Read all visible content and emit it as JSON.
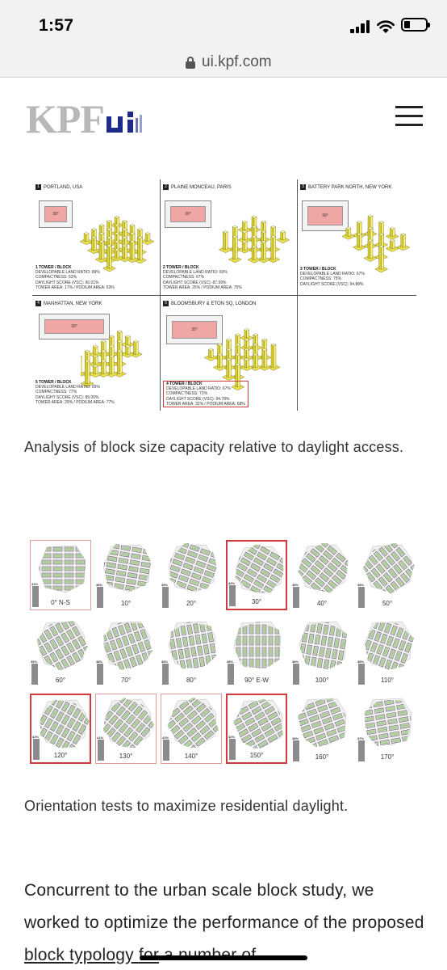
{
  "status_bar": {
    "time": "1:57",
    "icons": [
      "cellular-signal-icon",
      "wifi-icon",
      "battery-icon"
    ]
  },
  "browser": {
    "url": "ui.kpf.com"
  },
  "header": {
    "logo_text": "KPF",
    "logo_suffix": "ui",
    "menu_icon": "hamburger-menu-icon"
  },
  "figure1": {
    "caption": "Analysis of block size capacity relative to daylight access.",
    "panels": [
      {
        "num": "1",
        "title": "PORTLAND, USA",
        "plan_label": "30°",
        "metrics": [
          "1 TOWER / BLOCK",
          "DEVELOPABLE LAND RATIO: 89%",
          "COMPACTNESS: 53%",
          "DAYLIGHT SCORE (VSC): 90.01%",
          "TOWER AREA: 17% / PODIUM AREA: 63%"
        ]
      },
      {
        "num": "2",
        "title": "PLAINE MONCEAU, PARIS",
        "plan_label": "30°",
        "metrics": [
          "2 TOWER / BLOCK",
          "DEVELOPABLE LAND RATIO: 60%",
          "COMPACTNESS: 67%",
          "DAYLIGHT SCORE (VSC): 87.69%",
          "TOWER AREA: 25% / PODIUM AREA: 75%"
        ]
      },
      {
        "num": "3",
        "title": "BATTERY PARK NORTH, NEW YORK",
        "plan_label": "30°",
        "metrics": [
          "3 TOWER / BLOCK",
          "DEVELOPABLE LAND RATIO: 67%",
          "COMPACTNESS: 75%",
          "DAYLIGHT SCORE (VSC): 94.88%"
        ]
      },
      {
        "num": "4",
        "title": "MANHATTAN, NEW YORK",
        "plan_label": "30°",
        "metrics": [
          "5 TOWER / BLOCK",
          "DEVELOPABLE LAND RATIO: 65%",
          "COMPACTNESS: 77%",
          "DAYLIGHT SCORE (VSC): 89.05%",
          "TOWER AREA: 29% / PODIUM AREA: 77%"
        ]
      },
      {
        "num": "5",
        "title": "BLOOMSBURY & ETON SQ, LONDON",
        "plan_label": "30°",
        "metrics": [
          "4 TOWER / BLOCK",
          "DEVELOPABLE LAND RATIO: 67%",
          "COMPACTNESS: 73%",
          "DAYLIGHT SCORE (VSC): 94.78%",
          "TOWER AREA: 32% / PODIUM AREA: 68%"
        ]
      }
    ]
  },
  "figure2": {
    "caption": "Orientation tests to maximize residential daylight.",
    "tiles": [
      {
        "angle": "0° N-S",
        "pct": "41%",
        "highlight": "light"
      },
      {
        "angle": "10°",
        "pct": "38%",
        "highlight": "none"
      },
      {
        "angle": "20°",
        "pct": "38%",
        "highlight": "none"
      },
      {
        "angle": "30°",
        "pct": "42%",
        "highlight": "strong"
      },
      {
        "angle": "40°",
        "pct": "38%",
        "highlight": "none"
      },
      {
        "angle": "50°",
        "pct": "38%",
        "highlight": "none"
      },
      {
        "angle": "60°",
        "pct": "36%",
        "highlight": "none"
      },
      {
        "angle": "70°",
        "pct": "38%",
        "highlight": "none"
      },
      {
        "angle": "80°",
        "pct": "38%",
        "highlight": "none"
      },
      {
        "angle": "90° E-W",
        "pct": "38%",
        "highlight": "none"
      },
      {
        "angle": "100°",
        "pct": "38%",
        "highlight": "none"
      },
      {
        "angle": "110°",
        "pct": "38%",
        "highlight": "none"
      },
      {
        "angle": "120°",
        "pct": "42%",
        "highlight": "strong"
      },
      {
        "angle": "130°",
        "pct": "41%",
        "highlight": "light"
      },
      {
        "angle": "140°",
        "pct": "41%",
        "highlight": "light"
      },
      {
        "angle": "150°",
        "pct": "42%",
        "highlight": "strong"
      },
      {
        "angle": "160°",
        "pct": "38%",
        "highlight": "none"
      },
      {
        "angle": "170°",
        "pct": "37%",
        "highlight": "none"
      }
    ]
  },
  "body": {
    "text_before": "Concurrent to the urban scale block study, we worked to optimize the performance of the proposed ",
    "link_text": "block typology for",
    "text_after": " a number of"
  },
  "colors": {
    "accent_red": "#d23b3b",
    "logo_gray": "#b8b8b8",
    "logo_blue": "#1d2a8a",
    "tower_yellow": "#e9e04a"
  }
}
